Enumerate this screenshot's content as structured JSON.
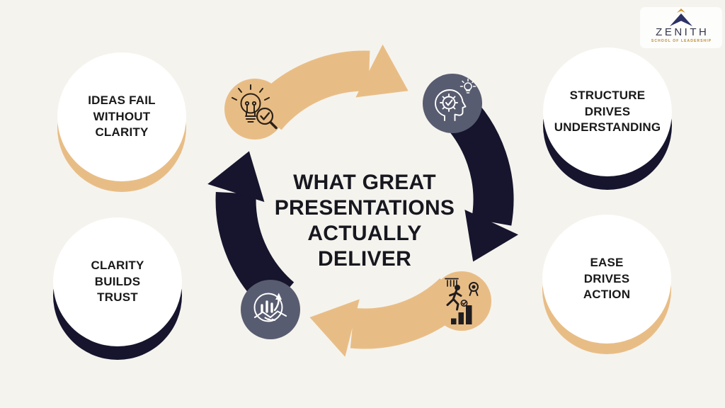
{
  "background_color": "#f5f3ee",
  "logo": {
    "brand": "ZENITH",
    "tagline": "SCHOOL OF LEADERSHIP",
    "mark": "pyramid-arrow-icon",
    "mark_colors": {
      "triangle": "#2c3166",
      "chevron": "#cf9433"
    }
  },
  "title": {
    "lines": [
      "WHAT GREAT",
      "PRESENTATIONS",
      "ACTUALLY",
      "DELIVER"
    ]
  },
  "nodes": [
    {
      "id": "top-left",
      "lines": [
        "IDEAS FAIL",
        "WITHOUT",
        "CLARITY"
      ],
      "shadow_color": "#e8bd85"
    },
    {
      "id": "top-right",
      "lines": [
        "STRUCTURE",
        "DRIVES",
        "UNDERSTANDING"
      ],
      "shadow_color": "#16152d"
    },
    {
      "id": "bottom-left",
      "lines": [
        "CLARITY",
        "BUILDS",
        "TRUST"
      ],
      "shadow_color": "#16152d"
    },
    {
      "id": "bottom-right",
      "lines": [
        "EASE",
        "DRIVES",
        "ACTION"
      ],
      "shadow_color": "#e8bd85"
    }
  ],
  "cycle": {
    "arrow_colors": {
      "tan": "#e8bd85",
      "navy": "#16152d"
    },
    "icon_circle_colors": {
      "tan": "#e8bd85",
      "slate": "#585c70"
    },
    "icons": [
      {
        "name": "idea-search-icon",
        "circle": "tan"
      },
      {
        "name": "mindset-gear-icon",
        "circle": "slate"
      },
      {
        "name": "growth-handshake-icon",
        "circle": "slate"
      },
      {
        "name": "progress-achievement-icon",
        "circle": "tan"
      }
    ]
  }
}
